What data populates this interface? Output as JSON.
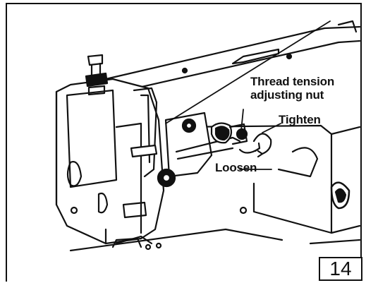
{
  "labels": {
    "thread_tension_line1": "Thread tension",
    "thread_tension_line2": "adjusting nut",
    "tighten": "Tighten",
    "loosen": "Loosen"
  },
  "figure_number": "14",
  "colors": {
    "ink": "#111111",
    "paper": "#ffffff"
  }
}
